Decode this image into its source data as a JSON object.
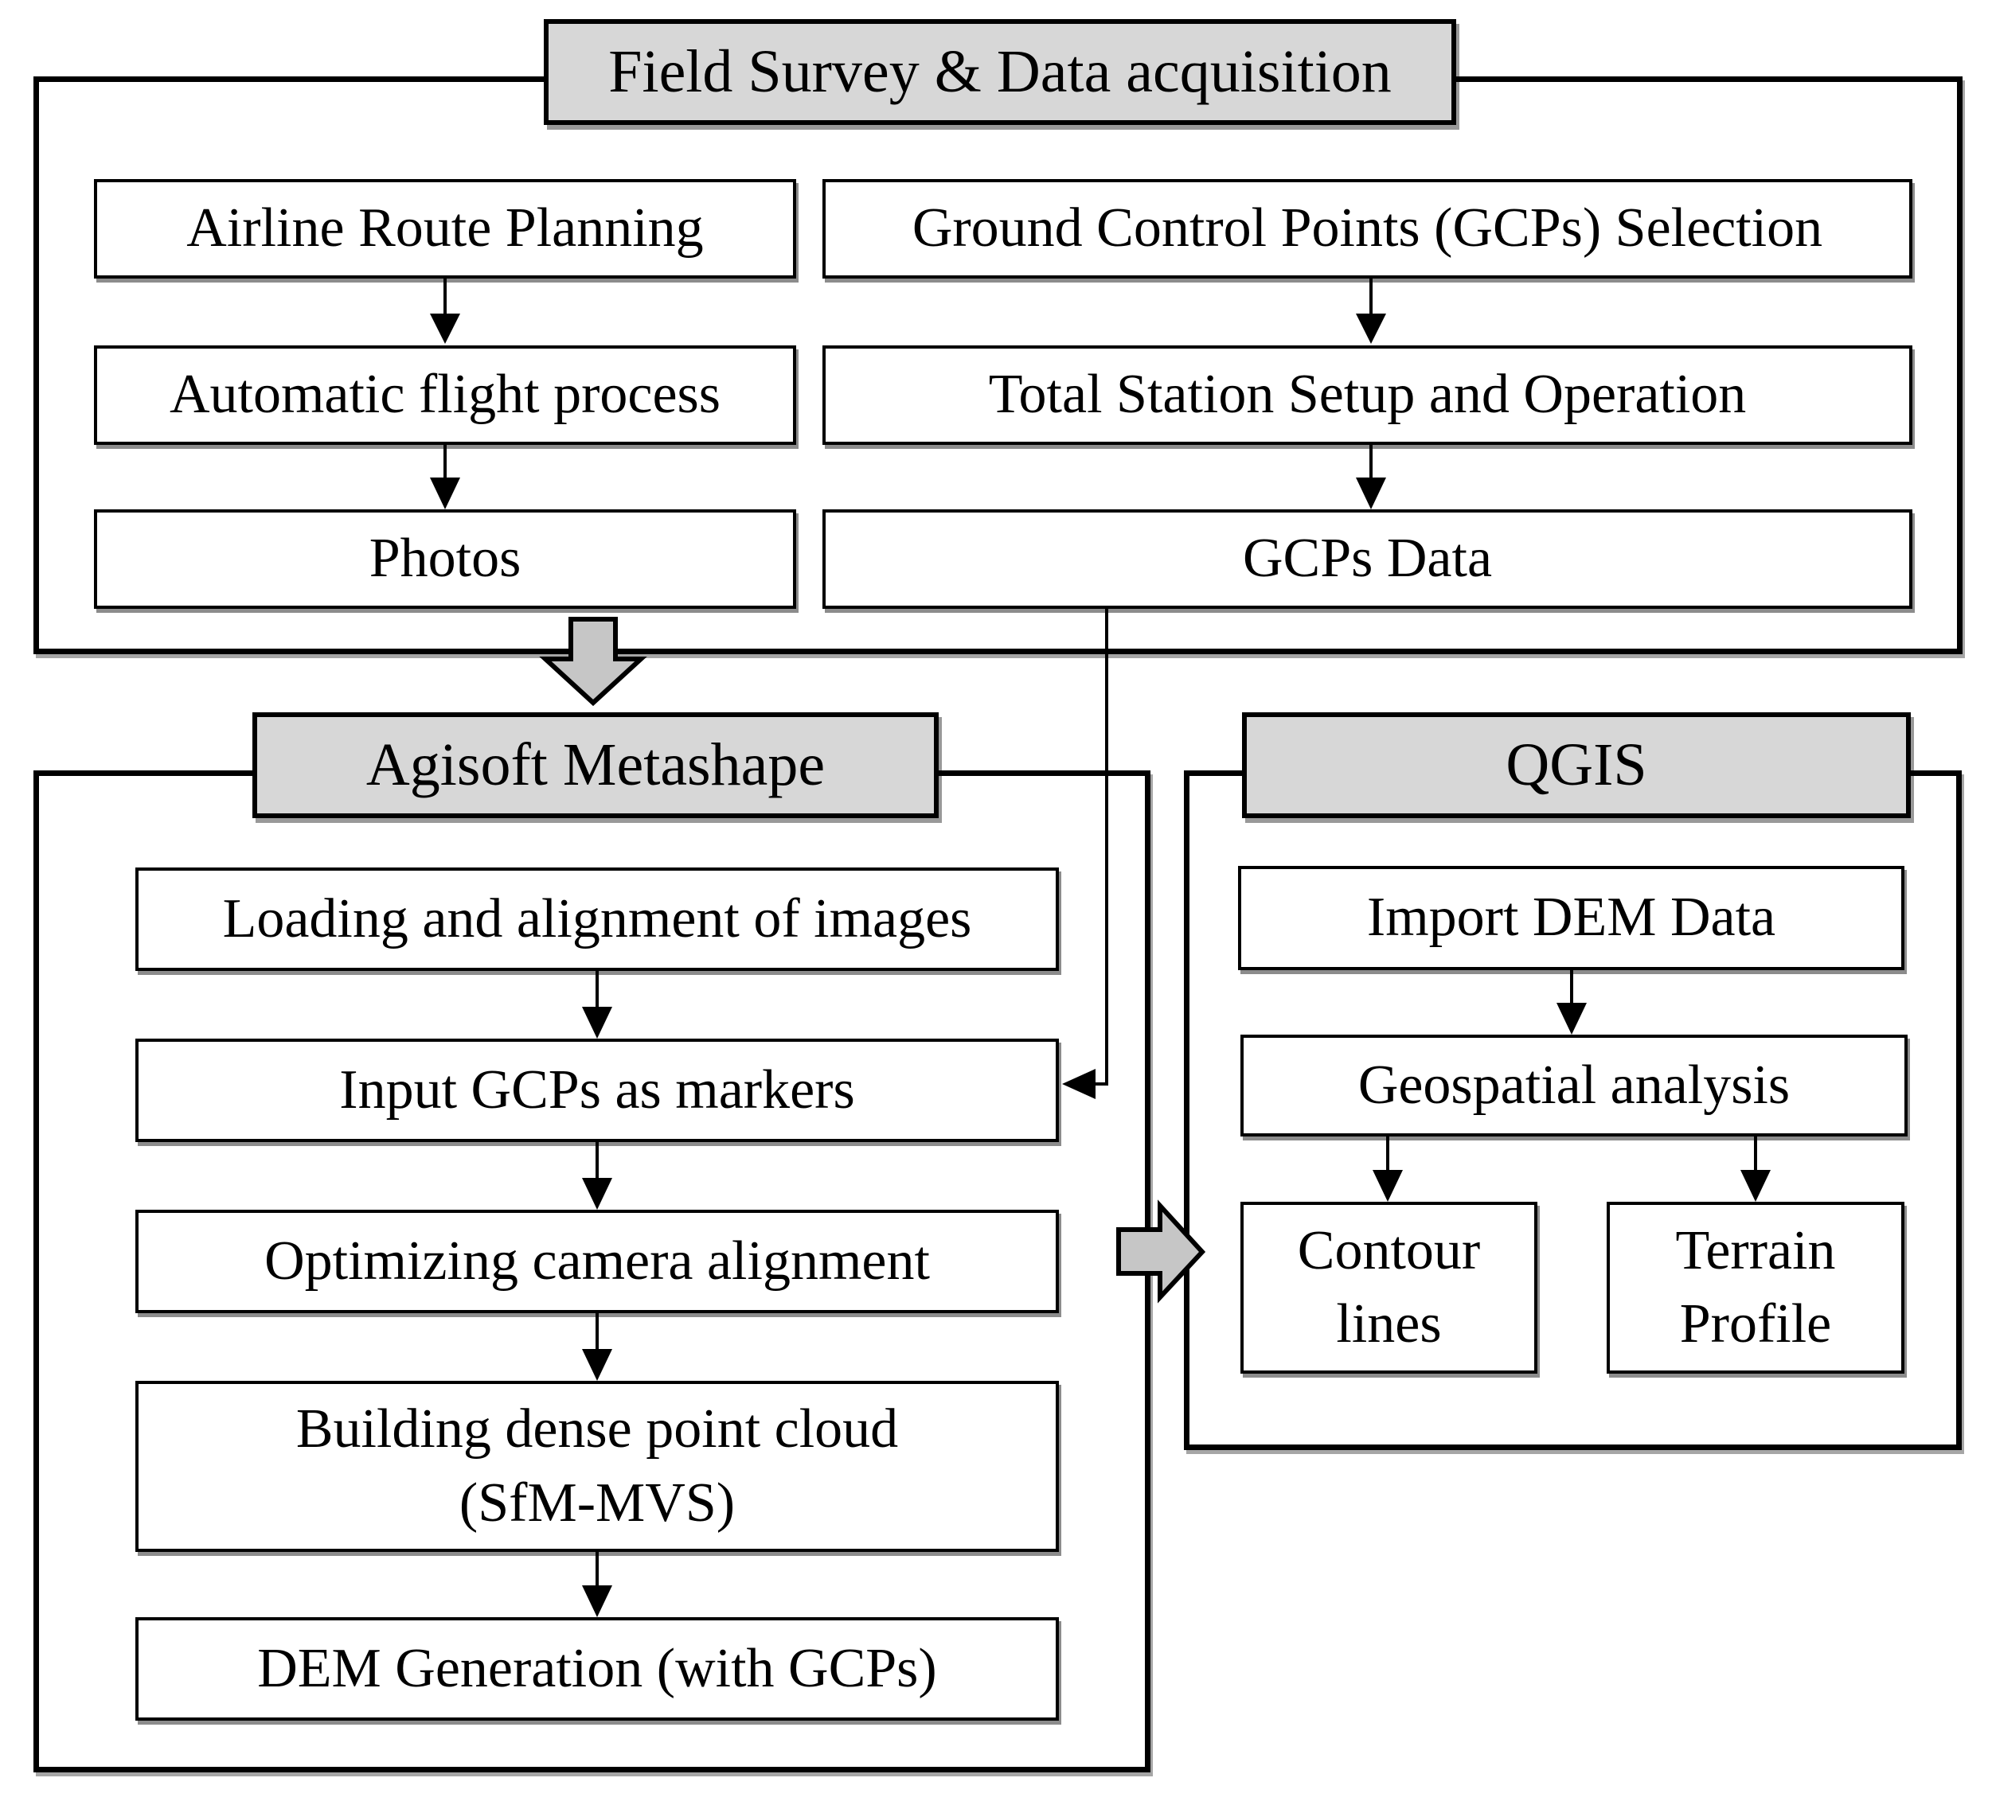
{
  "theme": {
    "header-fill": "#d7d7d7",
    "arrow-fill": "#c6c6c6",
    "line-color": "#000000",
    "background": "#ffffff"
  },
  "sections": {
    "field_survey": {
      "title": "Field Survey & Data acquisition",
      "left_column": [
        "Airline Route Planning",
        "Automatic flight process",
        "Photos"
      ],
      "right_column": [
        "Ground Control Points (GCPs) Selection",
        "Total Station Setup and Operation",
        "GCPs Data"
      ]
    },
    "agisoft": {
      "title": "Agisoft Metashape",
      "steps": [
        "Loading and alignment of images",
        "Input GCPs as markers",
        "Optimizing camera alignment",
        [
          "Building dense point cloud",
          "(SfM-MVS)"
        ],
        "DEM Generation (with GCPs)"
      ]
    },
    "qgis": {
      "title": "QGIS",
      "steps": [
        "Import DEM Data",
        "Geospatial analysis"
      ],
      "outputs": [
        [
          "Contour",
          "lines"
        ],
        [
          "Terrain",
          "Profile"
        ]
      ]
    }
  }
}
